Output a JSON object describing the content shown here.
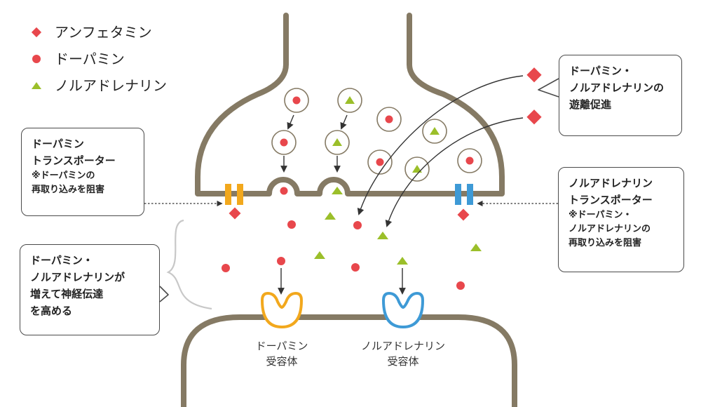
{
  "legend": [
    {
      "label": "アンフェタミン",
      "marker": "diamond",
      "color": "#e8474c"
    },
    {
      "label": "ドーパミン",
      "marker": "circle",
      "color": "#e8474c"
    },
    {
      "label": "ノルアドレナリン",
      "marker": "triangle",
      "color": "#9bbf2a"
    }
  ],
  "callouts": {
    "dopamine_transporter": {
      "line1": "ドーパミン",
      "line2": "トランスポーター",
      "note1": "※ドーパミンの",
      "note2": "再取り込みを阻害"
    },
    "norad_transporter": {
      "line1": "ノルアドレナリン",
      "line2": "トランスポーター",
      "note1": "※ドーパミン・",
      "note2": "ノルアドレナリンの",
      "note3": "再取り込みを阻害"
    },
    "release": {
      "line1": "ドーパミン・",
      "line2": "ノルアドレナリンの",
      "line3": "遊離促進"
    },
    "effect": {
      "line1": "ドーパミン・",
      "line2": "ノルアドレナリンが",
      "line3": "増えて神経伝達",
      "line4": "を高める"
    }
  },
  "receptors": {
    "dopamine": {
      "line1": "ドーパミン",
      "line2": "受容体",
      "color": "#f2a81d"
    },
    "norad": {
      "line1": "ノルアドレナリン",
      "line2": "受容体",
      "color": "#3e9ad6"
    }
  },
  "colors": {
    "neuron": "#857a64",
    "red": "#e8474c",
    "green": "#9bbf2a",
    "orange": "#f2a81d",
    "blue": "#3e9ad6",
    "vesicle": "#857a64"
  }
}
